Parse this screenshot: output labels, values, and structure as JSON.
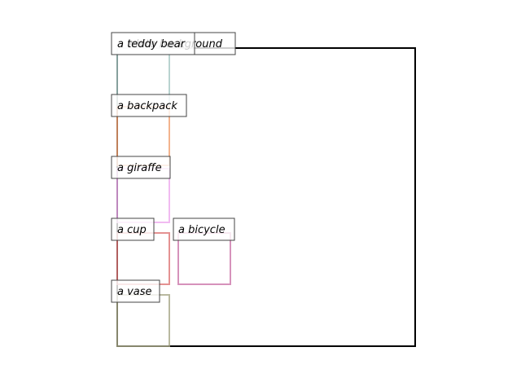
{
  "layout_boxes": [
    {
      "label": "a teddy bear",
      "color": "#a8c8c4"
    },
    {
      "label": "a backpack",
      "color": "#f0a070"
    },
    {
      "label": "a giraffe",
      "color": "#eeaaee"
    },
    {
      "label": "a cup",
      "color": "#dd7777"
    },
    {
      "label": "a bicycle",
      "color": "#cc77aa"
    },
    {
      "label": "a vase",
      "color": "#a8a888"
    }
  ],
  "background_label": "a white background",
  "frame_color": "#000000"
}
